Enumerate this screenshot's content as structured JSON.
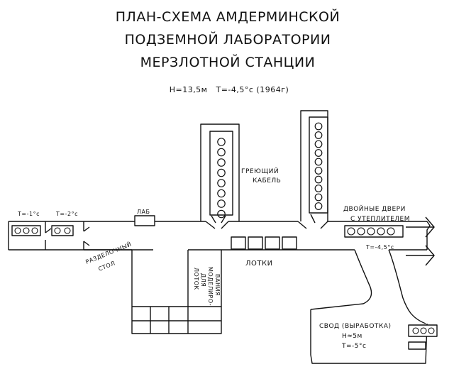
{
  "title": {
    "line1": "ПЛАН-СХЕМА АМДЕРМИНСКОЙ",
    "line2": "ПОДЗЕМНОЙ ЛАБОРАТОРИИ",
    "line3": "МЕРЗЛОТНОЙ СТАНЦИИ",
    "params": "H=13,5м   T=-4,5°c (1964г)"
  },
  "labels": {
    "heating_cable_1": "ГРЕЮЩИЙ",
    "heating_cable_2": "КАБЕЛЬ",
    "double_doors_1": "ДВОЙНЫЕ ДВЕРИ",
    "double_doors_2": "С УТЕПЛИТЕЛЕМ",
    "lab": "ЛАБ",
    "t_room1": "T=-1°c",
    "t_room2": "T=-2°c",
    "t_corridor": "T=-4,5°c",
    "cutting_table_1": "РАЗДЕЛОЧНЫЙ",
    "cutting_table_2": "СТОЛ",
    "trays": "ЛОТКИ",
    "modeling_tray_1": "ЛОТОК",
    "modeling_tray_2": "ДЛЯ",
    "modeling_tray_3": "МОДЕЛИРО-",
    "modeling_tray_4": "ВАНИЯ",
    "vault_1": "СВОД (ВЫРАБОТКА)",
    "vault_2": "H≈5м",
    "vault_3": "T=-5°c"
  }
}
